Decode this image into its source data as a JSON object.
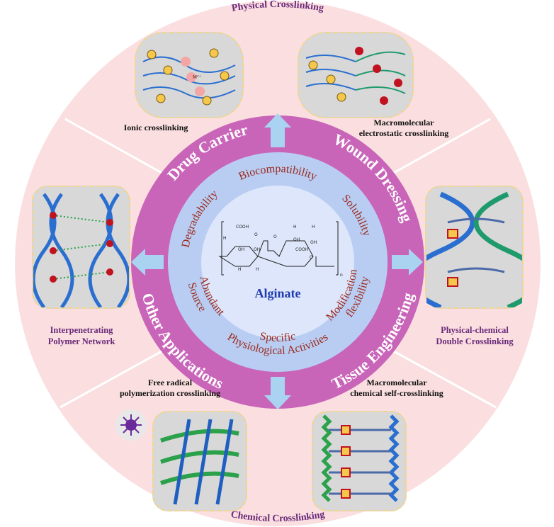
{
  "title": "Alginate",
  "colors": {
    "outer": "#fbdfe0",
    "ring": "#c965b9",
    "inner_ring": "#b9cdf3",
    "core": "#dde6fb",
    "arrow": "#a9d3f1",
    "property_text": "#9c2a1c",
    "app_text": "#ffffff",
    "center_text": "#1f3bb0"
  },
  "crosslinking": {
    "physical": "Physical Crosslinking",
    "chemical": "Chemical Crosslinking"
  },
  "methods": {
    "ionic": "Ionic crosslinking",
    "electrostatic": [
      "Macromolecular",
      "electrostatic crosslinking"
    ],
    "ipn": [
      "Interpenetrating",
      "Polymer Network"
    ],
    "double": [
      "Physical-chemical",
      "Double Crosslinking"
    ],
    "free_radical": [
      "Free radical",
      "polymerization  crosslinking"
    ],
    "self": [
      "Macromolecular",
      "chemical self-crosslinking"
    ]
  },
  "applications": {
    "drug": "Drug Carrier",
    "wound": "Wound Dressing",
    "other": "Other Applications",
    "tissue": "Tissue Engineering"
  },
  "properties": {
    "biocompat": "Biocompatibility",
    "degrad": "Degradability",
    "solub": "Solubility",
    "abundant": "Abundant",
    "source": "Source",
    "specific": "Specific",
    "physio": "Physiological  Activities",
    "modif": "Modification",
    "flex": "flexibility"
  },
  "molecule": {
    "cooh": "COOH",
    "oh": "OH",
    "o": "O",
    "h": "H",
    "n": "n"
  },
  "ion_label": "M²⁺"
}
